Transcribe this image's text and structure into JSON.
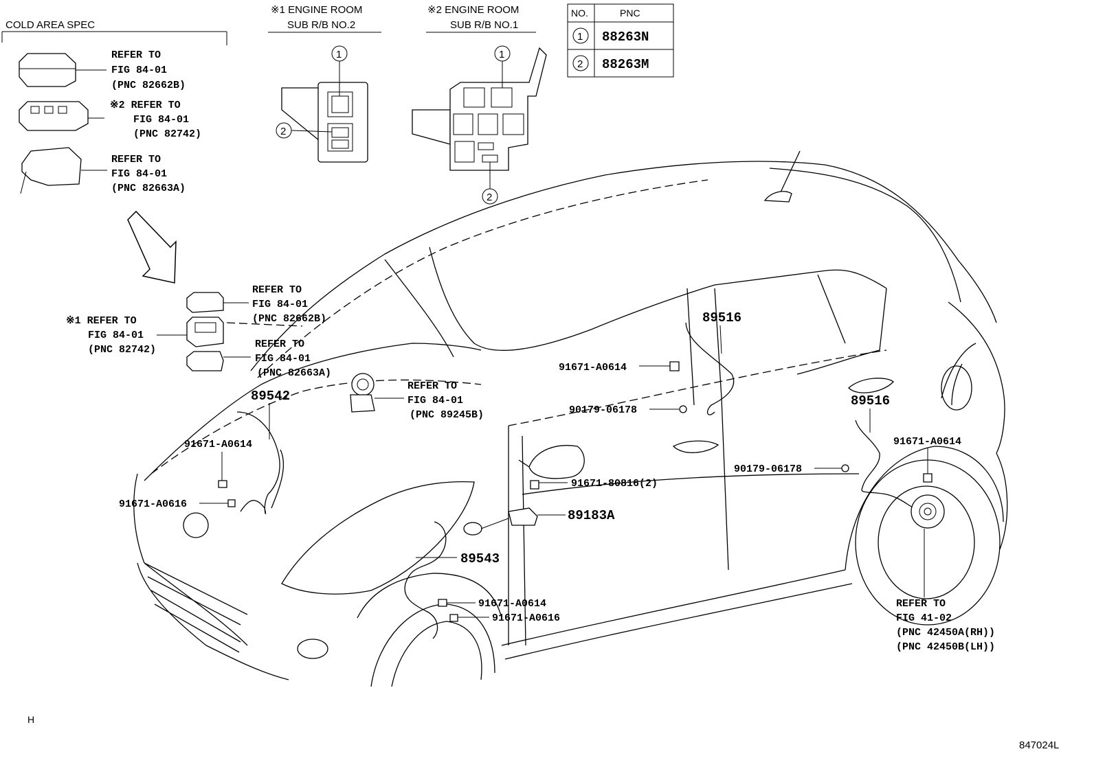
{
  "cold_area": {
    "title": "COLD AREA SPEC",
    "ref1": [
      "REFER TO",
      "FIG 84-01",
      "(PNC 82662B)"
    ],
    "ref2": [
      "※2 REFER TO",
      "FIG 84-01",
      "(PNC 82742)"
    ],
    "ref3": [
      "REFER TO",
      "FIG 84-01",
      "(PNC 82663A)"
    ]
  },
  "relay_box_1": {
    "title": "※1 ENGINE ROOM",
    "subtitle": "SUB R/B NO.2"
  },
  "relay_box_2": {
    "title": "※2 ENGINE ROOM",
    "subtitle": "SUB R/B NO.1"
  },
  "pnc_table": {
    "headers": [
      "NO.",
      "PNC"
    ],
    "rows": [
      {
        "no": "1",
        "pnc": "88263N"
      },
      {
        "no": "2",
        "pnc": "88263M"
      }
    ]
  },
  "callout_numbers": [
    "1",
    "2"
  ],
  "fuse_refs": {
    "top": [
      "REFER TO",
      "FIG 84-01",
      "(PNC 82662B)"
    ],
    "left": [
      "※1 REFER TO",
      "FIG 84-01",
      "(PNC 82742)"
    ],
    "bottom": [
      "REFER TO",
      "FIG 84-01",
      "(PNC 82663A)"
    ]
  },
  "spiral_ref": [
    "REFER TO",
    "FIG 84-01",
    "(PNC 89245B)"
  ],
  "hub_ref": [
    "REFER TO",
    "FIG 41-02",
    "(PNC 42450A(RH))",
    "(PNC 42450B(LH))"
  ],
  "parts": {
    "p89542": "89542",
    "p89543": "89543",
    "p89516_upper": "89516",
    "p89516_lower": "89516",
    "p89183A": "89183A",
    "bolt_front_a0614": "91671-A0614",
    "bolt_front_a0616": "91671-A0616",
    "bolt_mid_a0614": "91671-A0614",
    "bolt_mid_a0616": "91671-A0616",
    "bolt_door_a0614": "91671-A0614",
    "clip_door_06178": "90179-06178",
    "bolt_80816": "91671-80816(2)",
    "clip_rear_06178": "90179-06178",
    "bolt_rear_a0614": "91671-A0614"
  },
  "footer": {
    "left_mark": "H",
    "diagram_code": "847024L"
  }
}
